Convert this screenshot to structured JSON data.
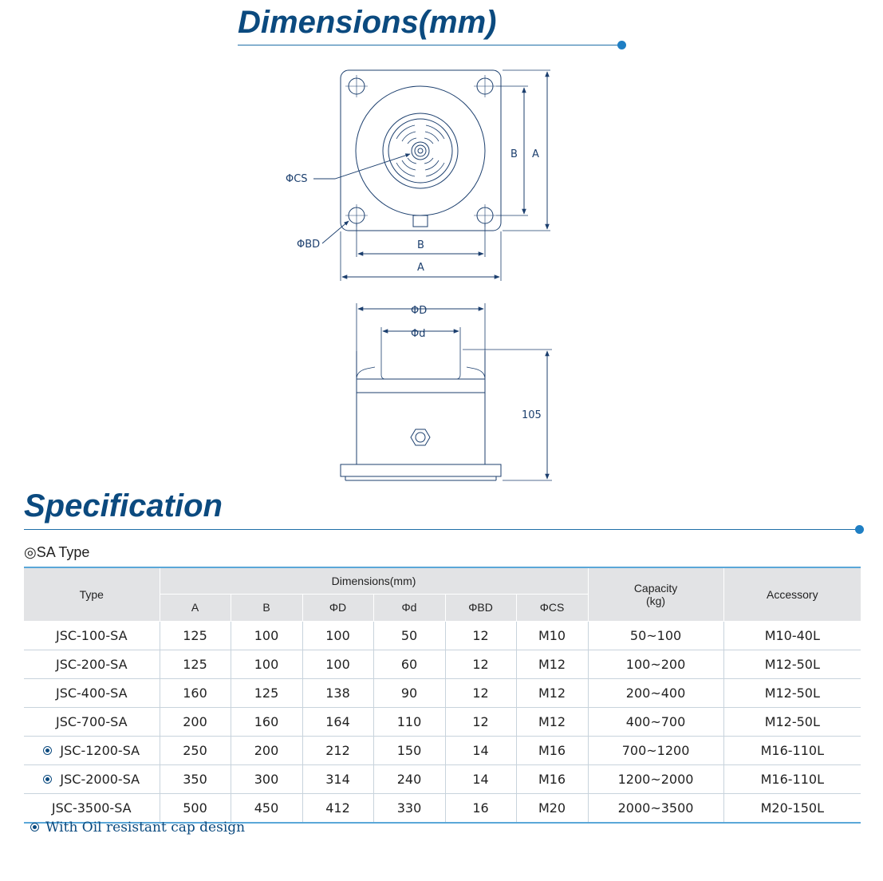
{
  "dimensions_section": {
    "title": "Dimensions(mm)",
    "top_view_labels": {
      "a_vertical": "A",
      "b_vertical": "B",
      "a_horizontal": "A",
      "b_horizontal": "B",
      "cs": "ΦCS",
      "bd": "ΦBD"
    },
    "side_view_labels": {
      "d_outer": "ΦD",
      "d_inner": "Φd",
      "height": "105"
    }
  },
  "specification_section": {
    "title": "Specification",
    "subtitle": "◎SA Type",
    "table": {
      "headers": {
        "type": "Type",
        "dimensions": "Dimensions(mm)",
        "capacity_line1": "Capacity",
        "capacity_line2": "(kg)",
        "accessory": "Accessory",
        "dim_cols": [
          "A",
          "B",
          "ΦD",
          "Φd",
          "ΦBD",
          "ΦCS"
        ]
      },
      "rows": [
        {
          "type": "JSC-100-SA",
          "a": "125",
          "b": "100",
          "d_outer": "100",
          "d_inner": "50",
          "bd": "12",
          "cs": "M10",
          "capacity": "50~100",
          "accessory": "M10-40L"
        },
        {
          "type": "JSC-200-SA",
          "a": "125",
          "b": "100",
          "d_outer": "100",
          "d_inner": "60",
          "bd": "12",
          "cs": "M12",
          "capacity": "100~200",
          "accessory": "M12-50L"
        },
        {
          "type": "JSC-400-SA",
          "a": "160",
          "b": "125",
          "d_outer": "138",
          "d_inner": "90",
          "bd": "12",
          "cs": "M12",
          "capacity": "200~400",
          "accessory": "M12-50L"
        },
        {
          "type": "JSC-700-SA",
          "a": "200",
          "b": "160",
          "d_outer": "164",
          "d_inner": "110",
          "bd": "12",
          "cs": "M12",
          "capacity": "400~700",
          "accessory": "M12-50L"
        },
        {
          "type": "JSC-1200-SA",
          "a": "250",
          "b": "200",
          "d_outer": "212",
          "d_inner": "150",
          "bd": "14",
          "cs": "M16",
          "capacity": "700~1200",
          "accessory": "M16-110L"
        },
        {
          "type": "JSC-2000-SA",
          "a": "350",
          "b": "300",
          "d_outer": "314",
          "d_inner": "240",
          "bd": "14",
          "cs": "M16",
          "capacity": "1200~2000",
          "accessory": "M16-110L"
        },
        {
          "type": "JSC-3500-SA",
          "a": "500",
          "b": "450",
          "d_outer": "412",
          "d_inner": "330",
          "bd": "16",
          "cs": "M20",
          "capacity": "2000~3500",
          "accessory": "M20-150L"
        }
      ]
    },
    "footnote": "With Oil resistant cap design"
  },
  "colors": {
    "title": "#0b4a7f",
    "accent_rule": "#1f6fa8",
    "table_header_bg": "#e2e3e5",
    "drawing_line": "#1c3f6e"
  }
}
